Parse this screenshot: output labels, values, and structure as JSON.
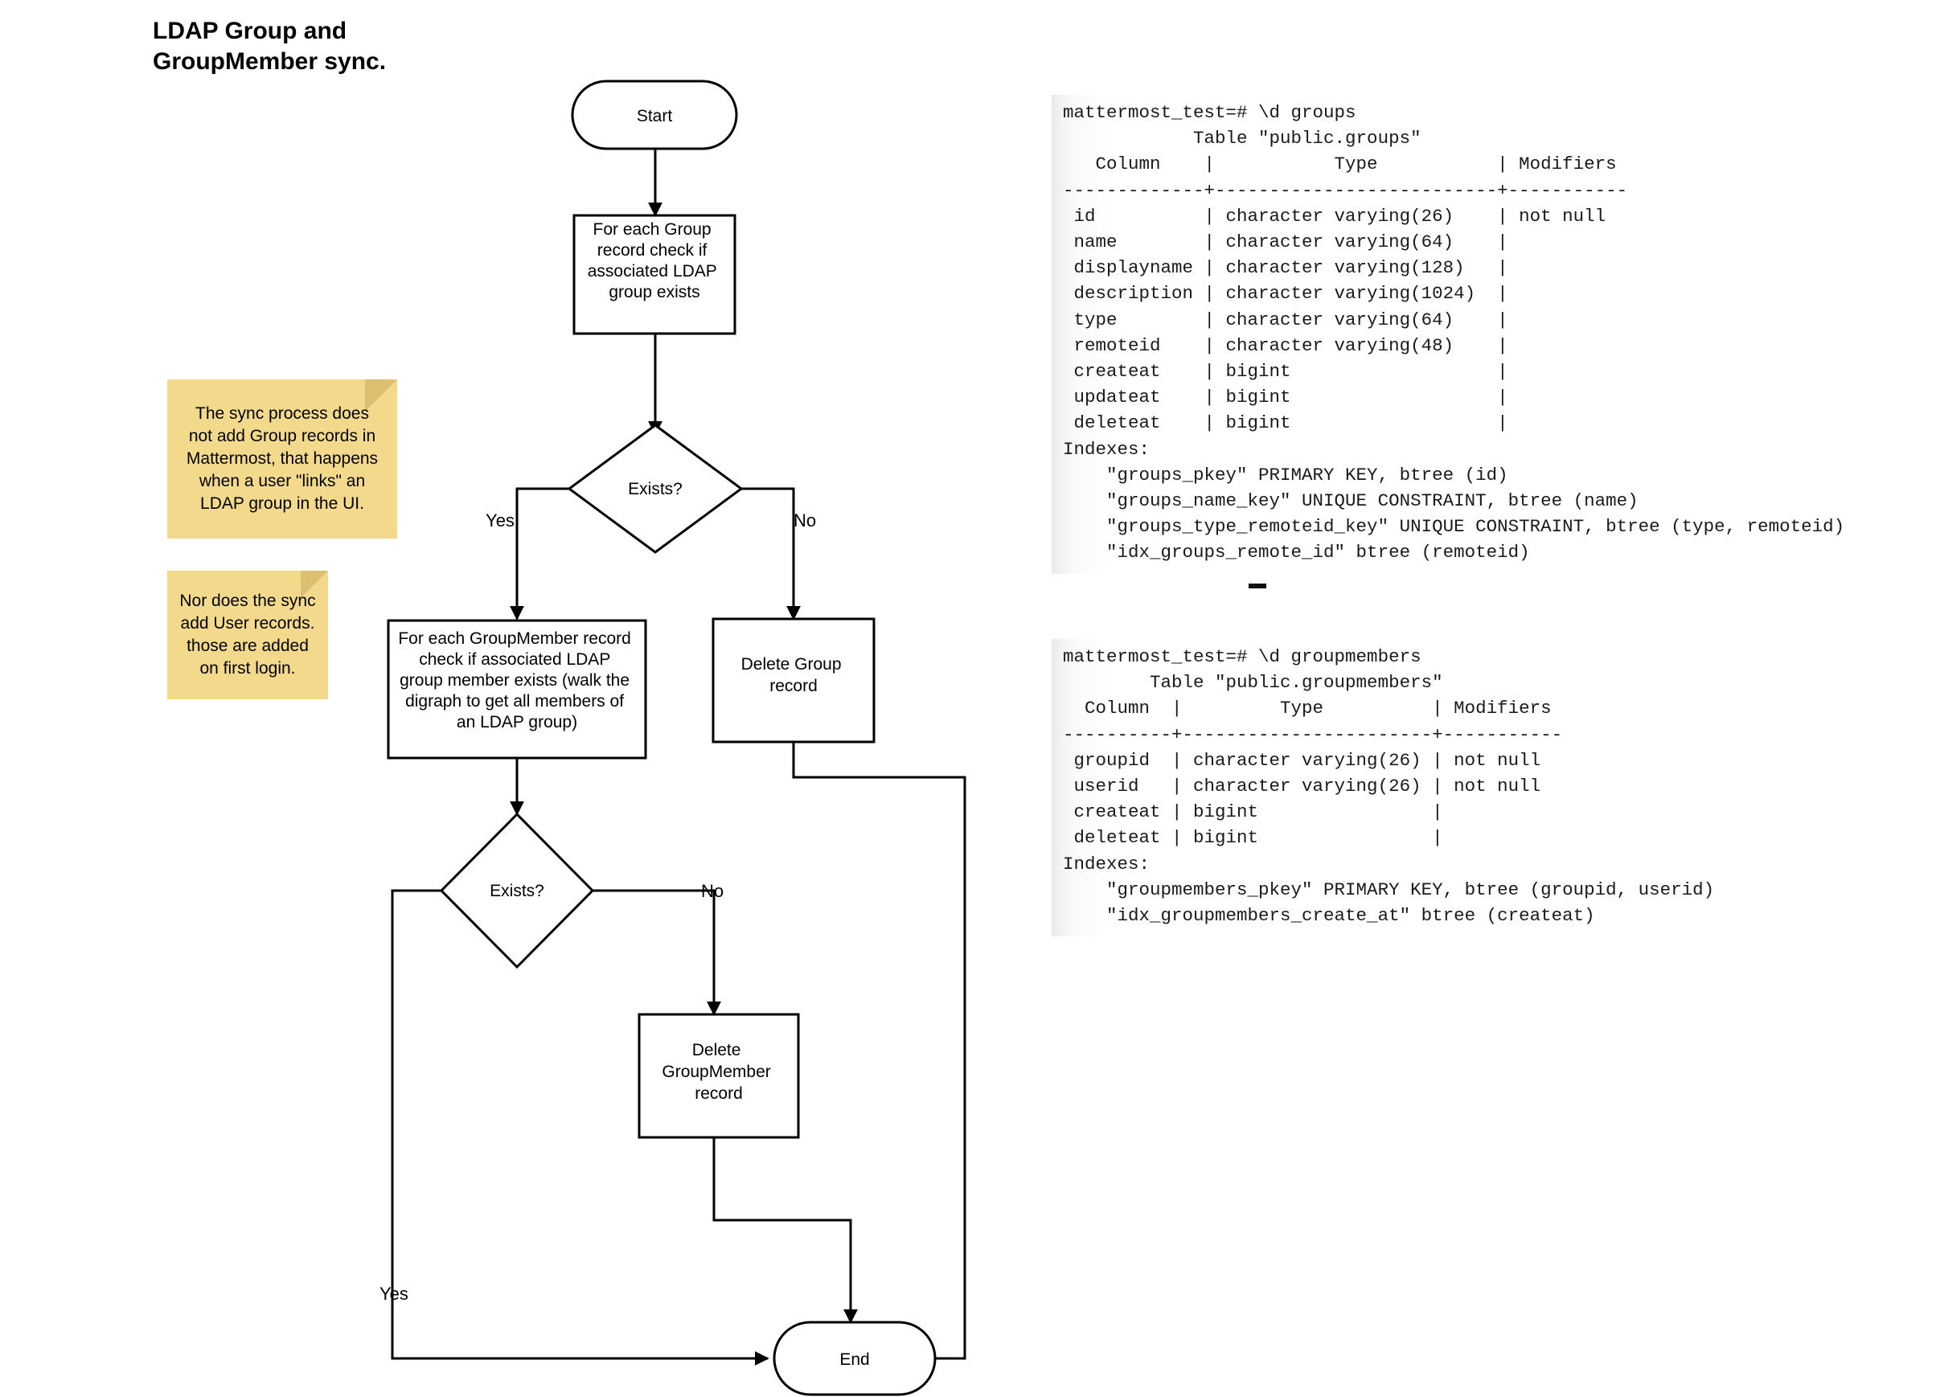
{
  "title": "LDAP Group and\nGroupMember sync.",
  "flowchart": {
    "nodes": {
      "start": "Start",
      "check_group": "For each Group\nrecord check if\nassociated LDAP\ngroup exists",
      "exists_group": "Exists?",
      "check_member": "For each GroupMember record\ncheck if associated LDAP\ngroup member exists (walk the\ndigraph to get all members of\nan LDAP group)",
      "delete_group": "Delete Group\nrecord",
      "exists_member": "Exists?",
      "delete_member": "Delete\nGroupMember\nrecord",
      "end": "End"
    },
    "edge_labels": {
      "group_yes": "Yes",
      "group_no": "No",
      "member_yes": "Yes",
      "member_no": "No"
    }
  },
  "notes": [
    {
      "id": "note-sync-group",
      "text": "The sync process does\nnot add Group records in\nMattermost, that happens\nwhen a user \"links\" an\nLDAP group in the UI."
    },
    {
      "id": "note-sync-user",
      "text": "Nor does the sync\nadd User records.\nthose are added\non first login."
    }
  ],
  "terminals": [
    {
      "id": "terminal-groups",
      "text": "mattermost_test=# \\d groups\n            Table \"public.groups\"\n   Column    |           Type           | Modifiers\n-------------+--------------------------+-----------\n id          | character varying(26)    | not null\n name        | character varying(64)    |\n displayname | character varying(128)   |\n description | character varying(1024)  |\n type        | character varying(64)    |\n remoteid    | character varying(48)    |\n createat    | bigint                   |\n updateat    | bigint                   |\n deleteat    | bigint                   |\nIndexes:\n    \"groups_pkey\" PRIMARY KEY, btree (id)\n    \"groups_name_key\" UNIQUE CONSTRAINT, btree (name)\n    \"groups_type_remoteid_key\" UNIQUE CONSTRAINT, btree (type, remoteid)\n    \"idx_groups_remote_id\" btree (remoteid)"
    },
    {
      "id": "terminal-groupmembers",
      "text": "mattermost_test=# \\d groupmembers\n        Table \"public.groupmembers\"\n  Column  |         Type          | Modifiers\n----------+-----------------------+-----------\n groupid  | character varying(26) | not null\n userid   | character varying(26) | not null\n createat | bigint                |\n deleteat | bigint                |\nIndexes:\n    \"groupmembers_pkey\" PRIMARY KEY, btree (groupid, userid)\n    \"idx_groupmembers_create_at\" btree (createat)"
    }
  ],
  "colors": {
    "note_fill": "#f2d98c",
    "note_fold": "#ddc06f",
    "stroke": "#000000"
  }
}
